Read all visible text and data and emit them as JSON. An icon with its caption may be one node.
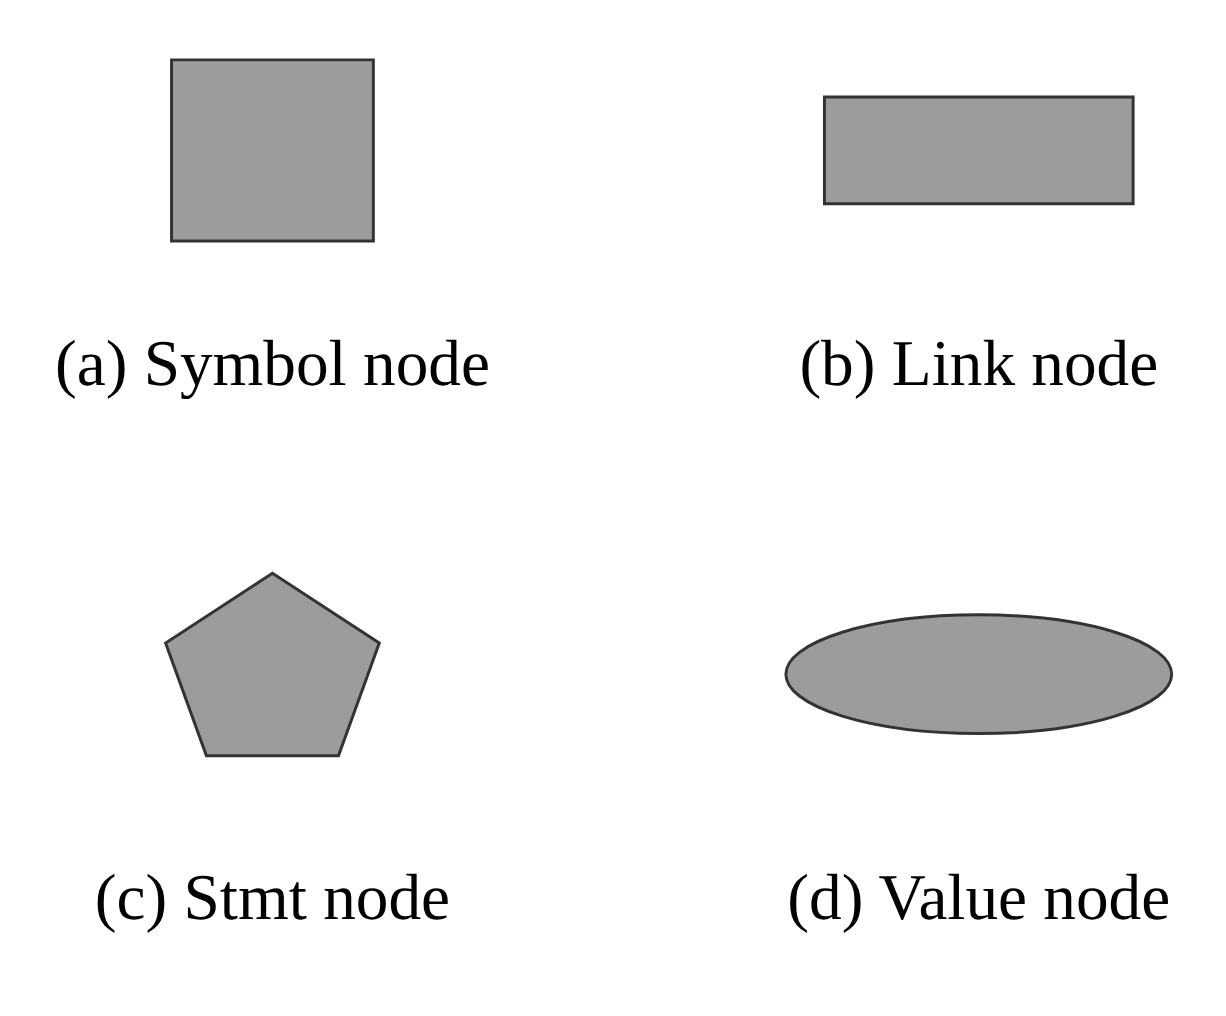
{
  "diagram": {
    "nodes": [
      {
        "text": [],
        "shape": "box",
        "beside": [
          "(a) Symbol node"
        ]
      },
      {
        "text": [],
        "shape": "box",
        "beside": [
          "(b) Link node"
        ]
      },
      {
        "text": [],
        "shape": "pentagon",
        "beside": [
          "(c) Stmt node"
        ]
      },
      {
        "text": [],
        "shape": "ellipse",
        "beside": [
          "(d) Value node"
        ]
      }
    ]
  }
}
